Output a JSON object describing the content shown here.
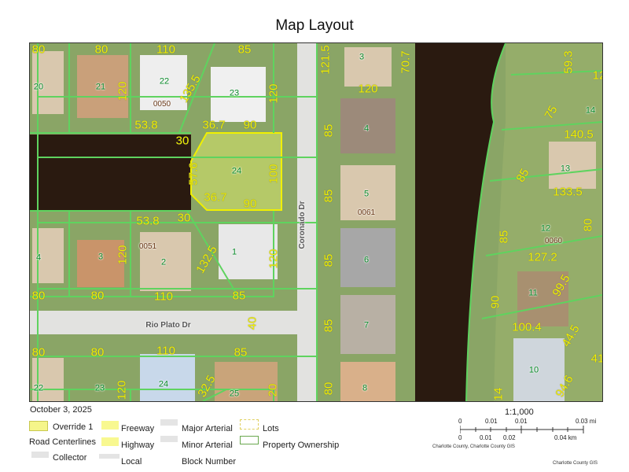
{
  "title": "Map Layout",
  "date": "October 3, 2025",
  "legend": {
    "override": "Override 1",
    "road_centerlines": "Road Centerlines",
    "collector": "Collector",
    "freeway": "Freeway",
    "highway": "Highway",
    "local": "Local",
    "major_arterial": "Major Arterial",
    "minor_arterial": "Minor Arterial",
    "block_number": "Block Number",
    "lots": "Lots",
    "property_ownership": "Property Ownership"
  },
  "scale": {
    "ratio": "1:1,000",
    "mi_ticks": [
      "0",
      "0.01",
      "0.01",
      "0.03 mi"
    ],
    "km_ticks": [
      "0",
      "0.01",
      "0.02",
      "0.04 km"
    ],
    "credit1": "Charlotte County, Charlotte County GIS",
    "credit2": "Charlotte County GIS"
  },
  "colors": {
    "lot_line": "#5fd35f",
    "dimension": "#f0f000",
    "override": "#f5f58a",
    "water": "#2a1a10"
  },
  "roads": [
    "Coronado Dr",
    "Rio Plato Dr"
  ],
  "lots": [
    "20",
    "21",
    "22",
    "23",
    "24",
    "3",
    "4",
    "5",
    "6",
    "7",
    "8",
    "14",
    "13",
    "12",
    "11",
    "10",
    "4",
    "3",
    "2",
    "1",
    "22",
    "23",
    "24",
    "25"
  ],
  "dims": [
    "80",
    "80",
    "110",
    "85",
    "120",
    "135.5",
    "120",
    "53.8",
    "30",
    "36.7",
    "90",
    "57.6",
    "100",
    "36.7",
    "90",
    "30",
    "53.8",
    "132.5",
    "120",
    "120",
    "80",
    "80",
    "110",
    "85",
    "40",
    "80",
    "80",
    "110",
    "85",
    "120",
    "32.5",
    "20",
    "121.5",
    "70.7",
    "120",
    "85",
    "85",
    "85",
    "85",
    "80",
    "59.3",
    "12",
    "75",
    "140.5",
    "85",
    "133.5",
    "80",
    "85",
    "127.2",
    "99.5",
    "90",
    "100.4",
    "44.5",
    "41",
    "14",
    "94.6"
  ],
  "blocks": [
    "0050",
    "0051",
    "0061",
    "0060"
  ]
}
